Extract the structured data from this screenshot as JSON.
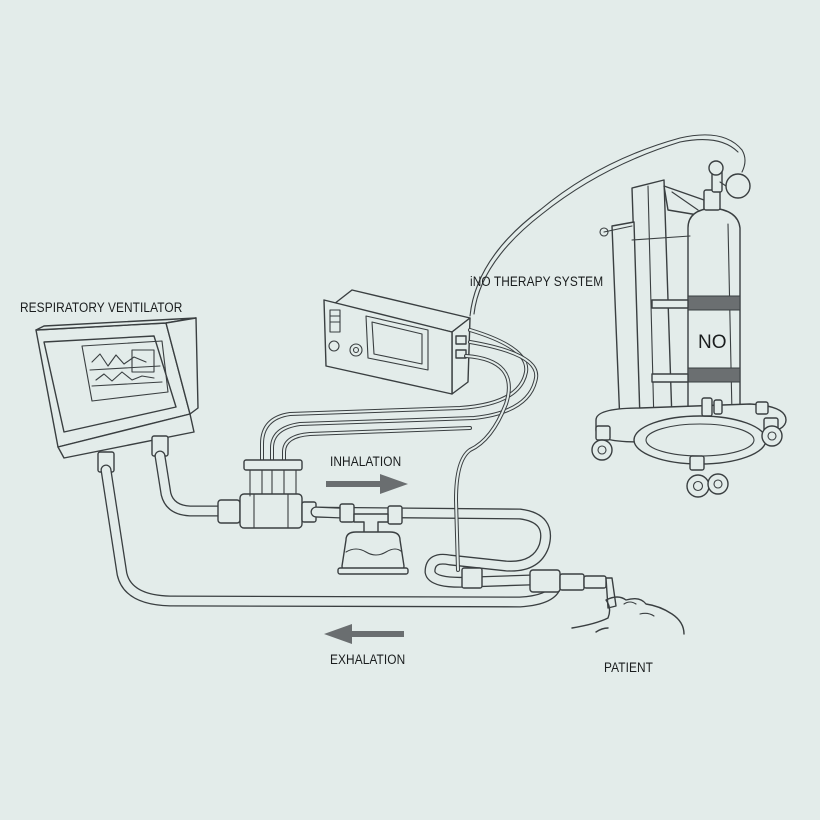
{
  "labels": {
    "ventilator": "RESPIRATORY  VENTILATOR",
    "ino_system": "iNO THERAPY SYSTEM",
    "inhalation": "INHALATION",
    "exhalation": "EXHALATION",
    "patient": "PATIENT",
    "cylinder": "NO"
  },
  "colors": {
    "background": "#e3ecea",
    "line": "#3a3f41",
    "arrow": "#6a6e70"
  }
}
